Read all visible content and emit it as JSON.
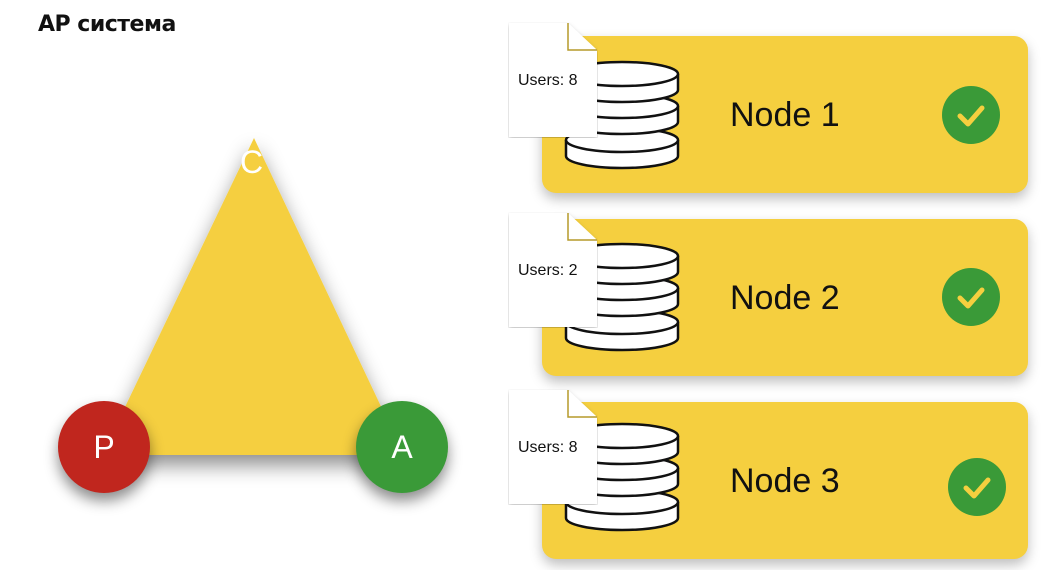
{
  "title": "AP система",
  "cap": {
    "c_label": "C",
    "p_label": "P",
    "a_label": "A"
  },
  "nodes": [
    {
      "name": "Node 1",
      "users": "Users: 8",
      "status": "ok"
    },
    {
      "name": "Node 2",
      "users": "Users: 2",
      "status": "ok"
    },
    {
      "name": "Node 3",
      "users": "Users: 8",
      "status": "ok"
    }
  ],
  "colors": {
    "yellow": "#f5cf3f",
    "p_red": "#c0261e",
    "a_green": "#3a9a38",
    "check_green": "#3a9a38"
  },
  "icons": {
    "database": "database-icon",
    "document": "document-icon",
    "check": "check-icon"
  }
}
